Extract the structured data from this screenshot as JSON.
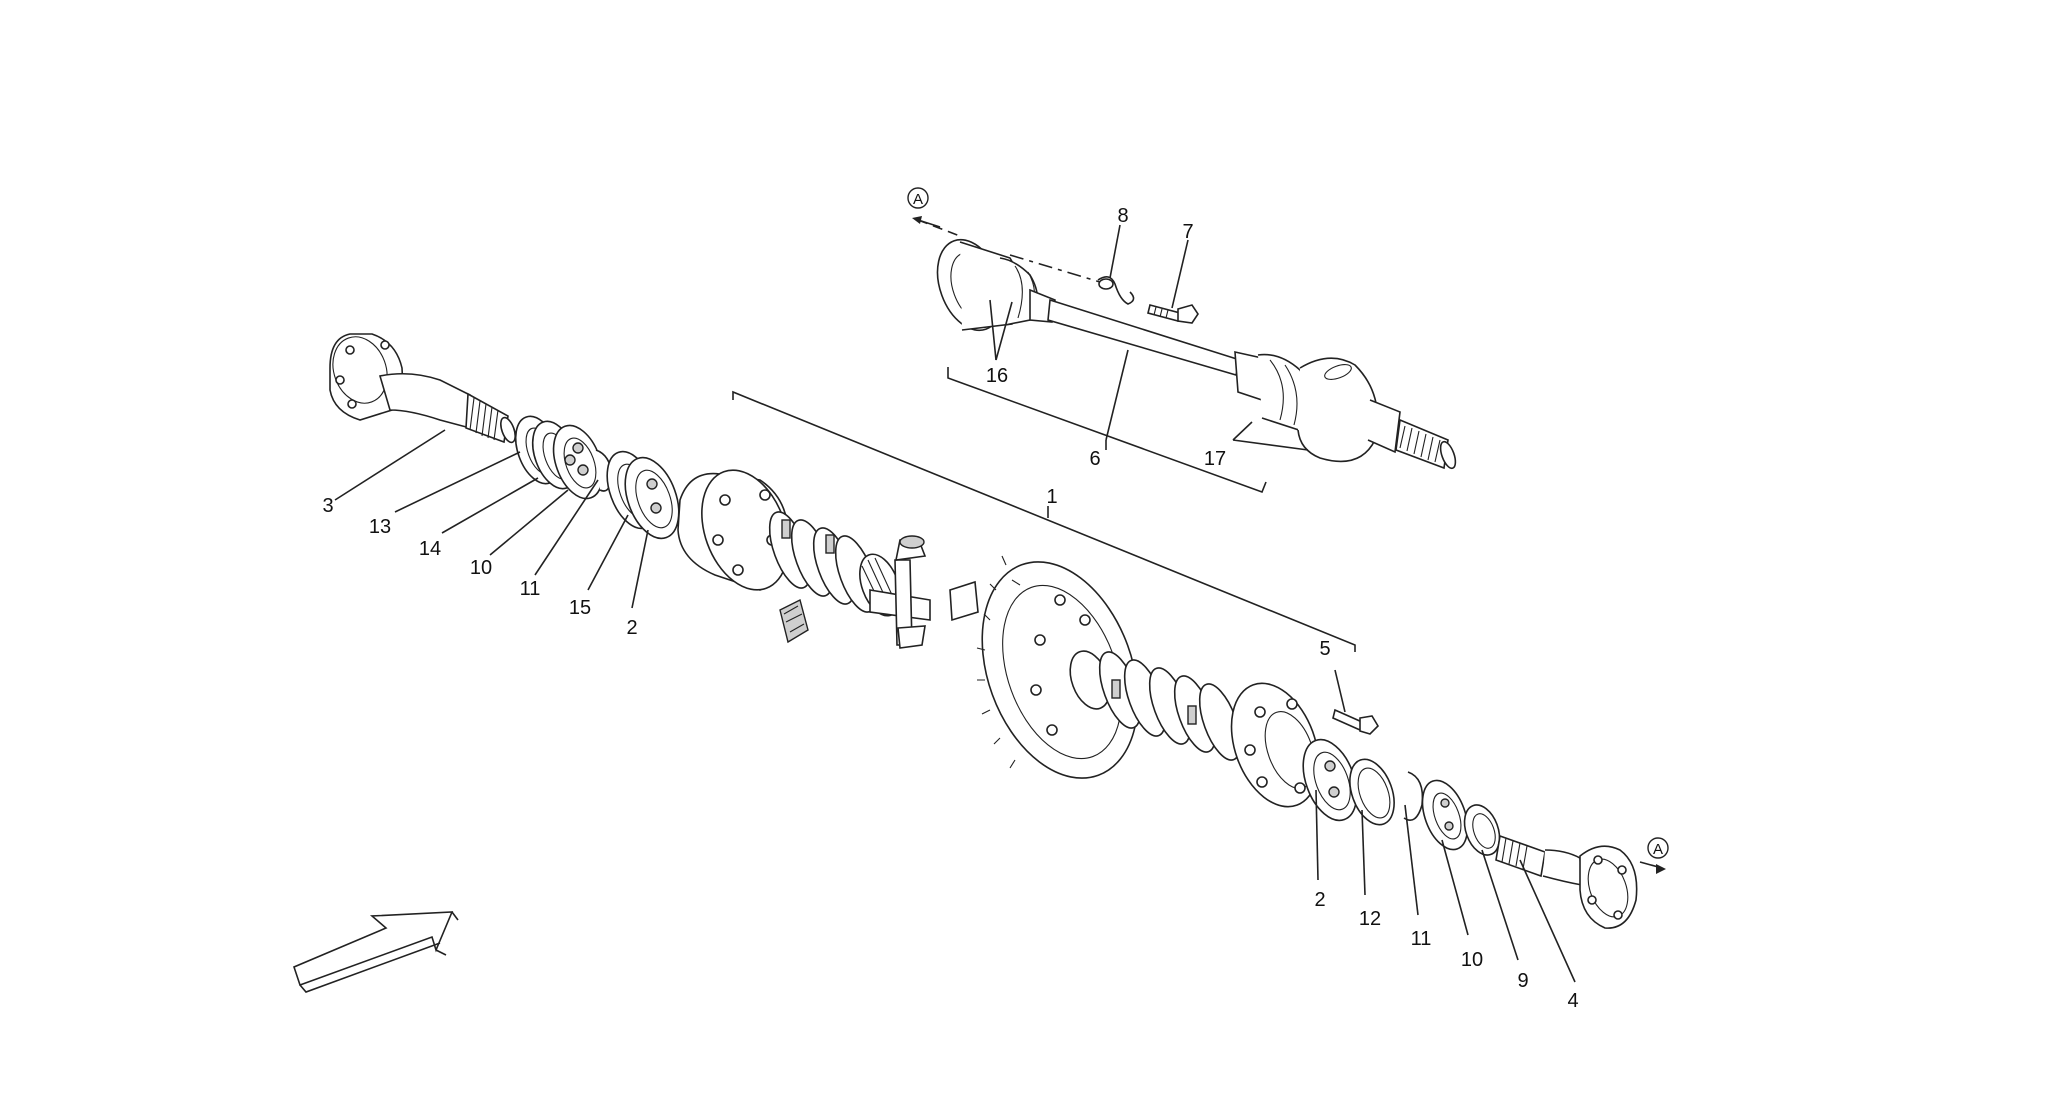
{
  "labels": {
    "n1": "1",
    "n2a": "2",
    "n2b": "2",
    "n3": "3",
    "n4": "4",
    "n5": "5",
    "n6": "6",
    "n7": "7",
    "n8": "8",
    "n9": "9",
    "n10a": "10",
    "n10b": "10",
    "n11a": "11",
    "n11b": "11",
    "n12": "12",
    "n13": "13",
    "n14": "14",
    "n15": "15",
    "n16": "16",
    "n17": "17"
  },
  "refs": {
    "a_top": "A",
    "a_right": "A"
  }
}
